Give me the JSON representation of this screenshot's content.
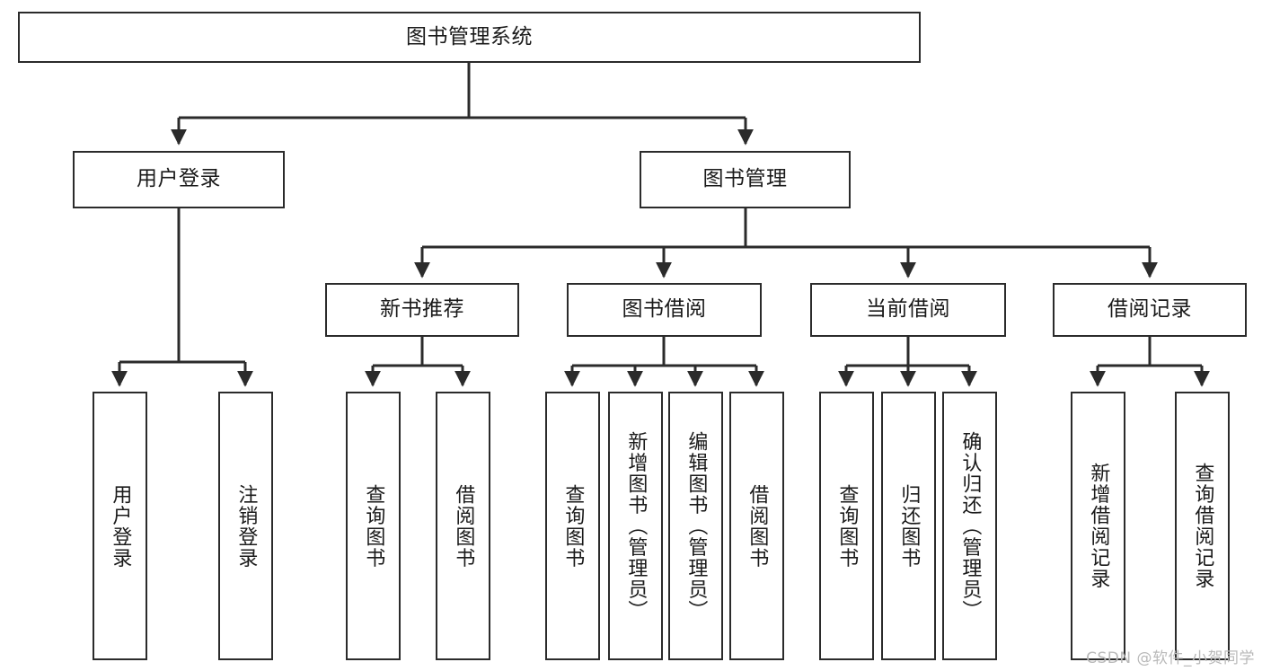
{
  "diagram": {
    "title_text": "图书管理系统",
    "type": "tree-hierarchy-chart",
    "colors": {
      "box_border": "#2b2b2b",
      "box_fill": "#ffffff",
      "edge": "#2b2b2b",
      "text": "#1a1a1a",
      "background": "#ffffff",
      "watermark": "#b9b9b9"
    },
    "nodes": {
      "root": {
        "label": "图书管理系统"
      },
      "level2": [
        {
          "label": "用户登录"
        },
        {
          "label": "图书管理"
        }
      ],
      "level3": [
        {
          "label": "新书推荐"
        },
        {
          "label": "图书借阅"
        },
        {
          "label": "当前借阅"
        },
        {
          "label": "借阅记录"
        }
      ],
      "leaves": {
        "user_login": [
          {
            "label": "用户登录"
          },
          {
            "label": "注销登录"
          }
        ],
        "new_book_recommend": [
          {
            "label": "查询图书"
          },
          {
            "label": "借阅图书"
          }
        ],
        "book_borrow": [
          {
            "label": "查询图书"
          },
          {
            "label": "新增图书（管理员）"
          },
          {
            "label": "编辑图书（管理员）"
          },
          {
            "label": "借阅图书"
          }
        ],
        "current_borrow": [
          {
            "label": "查询图书"
          },
          {
            "label": "归还图书"
          },
          {
            "label": "确认归还（管理员）"
          }
        ],
        "borrow_record": [
          {
            "label": "新增借阅记录"
          },
          {
            "label": "查询借阅记录"
          }
        ]
      }
    },
    "watermark": {
      "text": "CSDN @软件_小贺同学"
    }
  }
}
